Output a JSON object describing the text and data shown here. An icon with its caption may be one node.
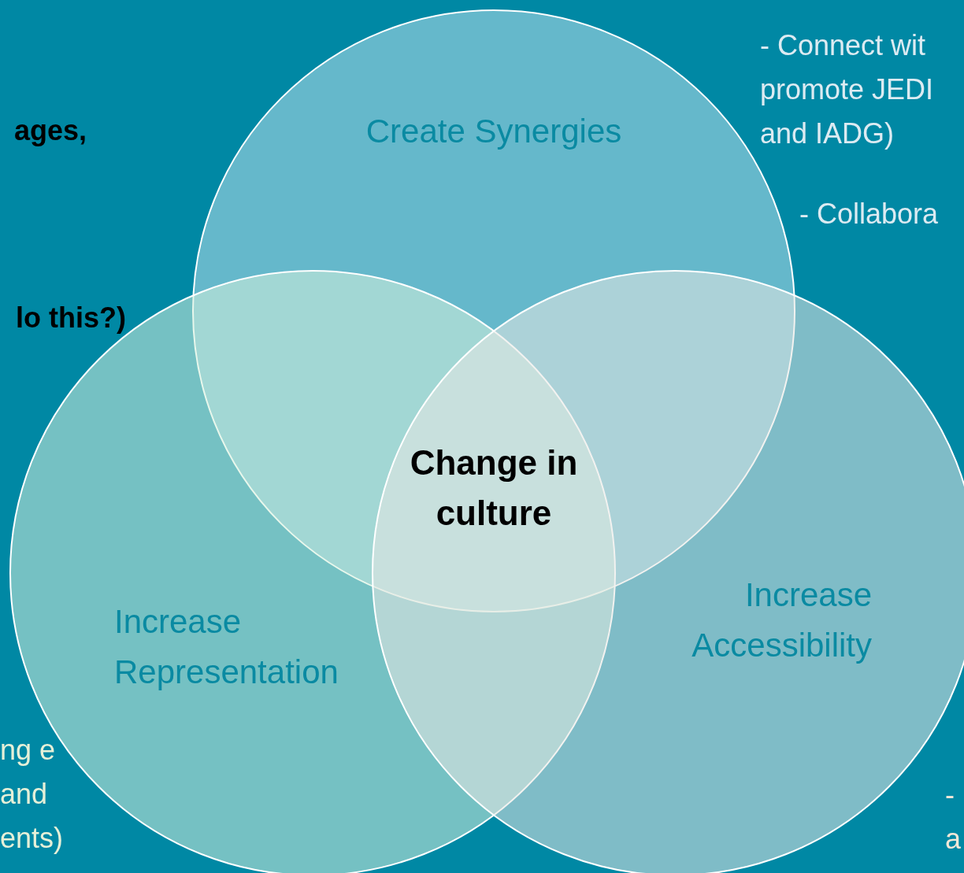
{
  "diagram": {
    "nodes": [
      {
        "text": [
          "Create Synergies"
        ]
      },
      {
        "text": [
          "Increase Representation"
        ]
      },
      {
        "text": [
          "Increase Accessibility"
        ]
      }
    ],
    "labels": [
      "ages,",
      "lo this?)",
      "- Connect wit promote JEDI and IADG)",
      "- Collabora",
      "Change in culture",
      "ng e and ents)",
      "- a"
    ]
  }
}
